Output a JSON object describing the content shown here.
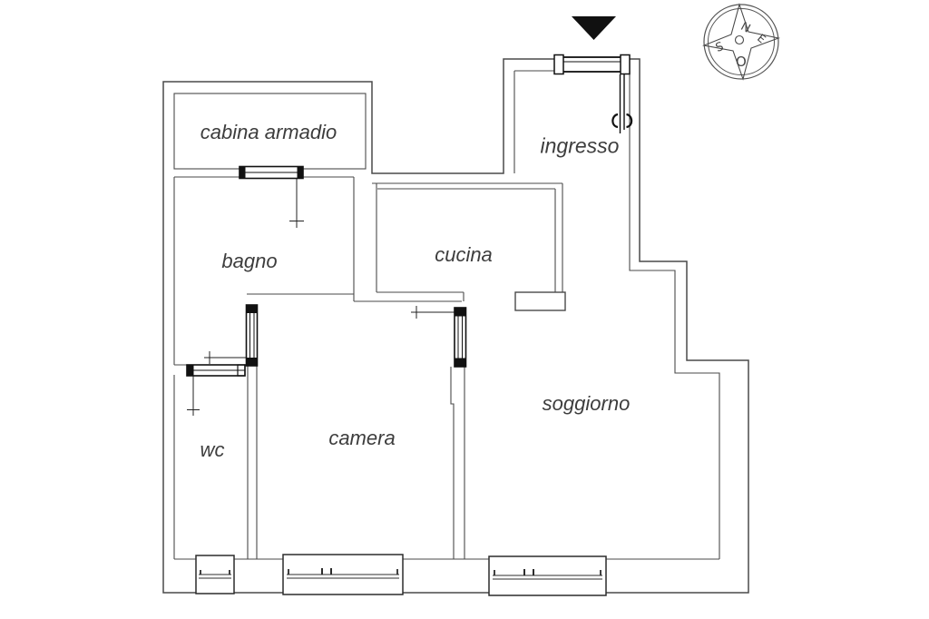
{
  "plan": {
    "rooms": [
      {
        "id": "cabina-armadio",
        "label": "cabina armadio"
      },
      {
        "id": "bagno",
        "label": "bagno"
      },
      {
        "id": "cucina",
        "label": "cucina"
      },
      {
        "id": "ingresso",
        "label": "ingresso"
      },
      {
        "id": "wc",
        "label": "wc"
      },
      {
        "id": "camera",
        "label": "camera"
      },
      {
        "id": "soggiorno",
        "label": "soggiorno"
      }
    ],
    "compass": {
      "n": "N",
      "e": "E",
      "s": "S",
      "o": "O"
    },
    "colors": {
      "wall_line": "#4a4a4a",
      "detail_line": "#111111",
      "text": "#3d3d3d",
      "background": "#ffffff"
    }
  }
}
